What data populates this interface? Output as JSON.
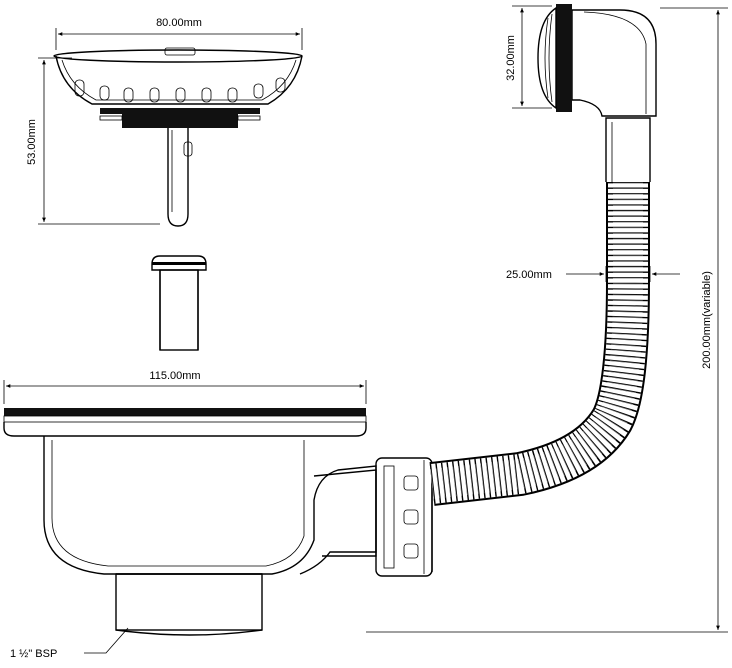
{
  "dimensions": {
    "strainer_width": "80.00mm",
    "strainer_height": "53.00mm",
    "waste_width": "115.00mm",
    "overflow_head": "32.00mm",
    "hose_diameter": "25.00mm",
    "overflow_height": "200.00mm(variable)",
    "thread": "1 ½\" BSP"
  }
}
